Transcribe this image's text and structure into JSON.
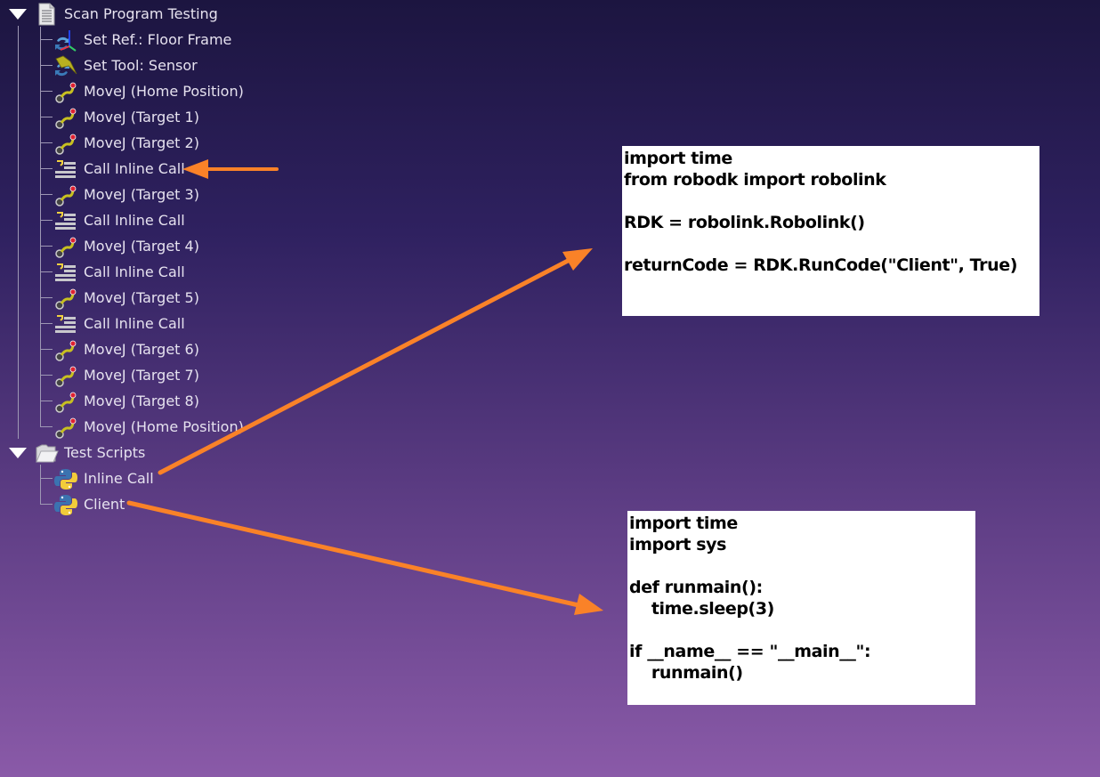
{
  "tree": {
    "program": {
      "label": "Scan Program Testing",
      "icon": "document-icon",
      "expanded": true,
      "items": [
        {
          "label": "Set Ref.: Floor Frame",
          "icon": "set-reference-icon"
        },
        {
          "label": "Set Tool: Sensor",
          "icon": "set-tool-icon"
        },
        {
          "label": "MoveJ (Home Position)",
          "icon": "movej-icon"
        },
        {
          "label": "MoveJ (Target 1)",
          "icon": "movej-icon"
        },
        {
          "label": "MoveJ (Target 2)",
          "icon": "movej-icon"
        },
        {
          "label": "Call Inline Call",
          "icon": "call-program-icon"
        },
        {
          "label": "MoveJ (Target 3)",
          "icon": "movej-icon"
        },
        {
          "label": "Call Inline Call",
          "icon": "call-program-icon"
        },
        {
          "label": "MoveJ (Target 4)",
          "icon": "movej-icon"
        },
        {
          "label": "Call Inline Call",
          "icon": "call-program-icon"
        },
        {
          "label": "MoveJ (Target 5)",
          "icon": "movej-icon"
        },
        {
          "label": "Call Inline Call",
          "icon": "call-program-icon"
        },
        {
          "label": "MoveJ (Target 6)",
          "icon": "movej-icon"
        },
        {
          "label": "MoveJ (Target 7)",
          "icon": "movej-icon"
        },
        {
          "label": "MoveJ (Target 8)",
          "icon": "movej-icon"
        },
        {
          "label": "MoveJ (Home Position)",
          "icon": "movej-icon"
        }
      ]
    },
    "scripts": {
      "label": "Test Scripts",
      "icon": "folder-icon",
      "expanded": true,
      "items": [
        {
          "label": "Inline Call",
          "icon": "python-icon"
        },
        {
          "label": "Client",
          "icon": "python-icon"
        }
      ]
    }
  },
  "code_inline_call": "import time\nfrom robodk import robolink\n\nRDK = robolink.Robolink()\n\nreturnCode = RDK.RunCode(\"Client\", True)",
  "code_client": "import time\nimport sys\n\ndef runmain():\n    time.sleep(3)\n\nif __name__ == \"__main__\":\n    runmain()",
  "colors": {
    "arrow": "#fa8228",
    "background_top": "#1c1540",
    "background_bottom": "#8a5aa8"
  }
}
